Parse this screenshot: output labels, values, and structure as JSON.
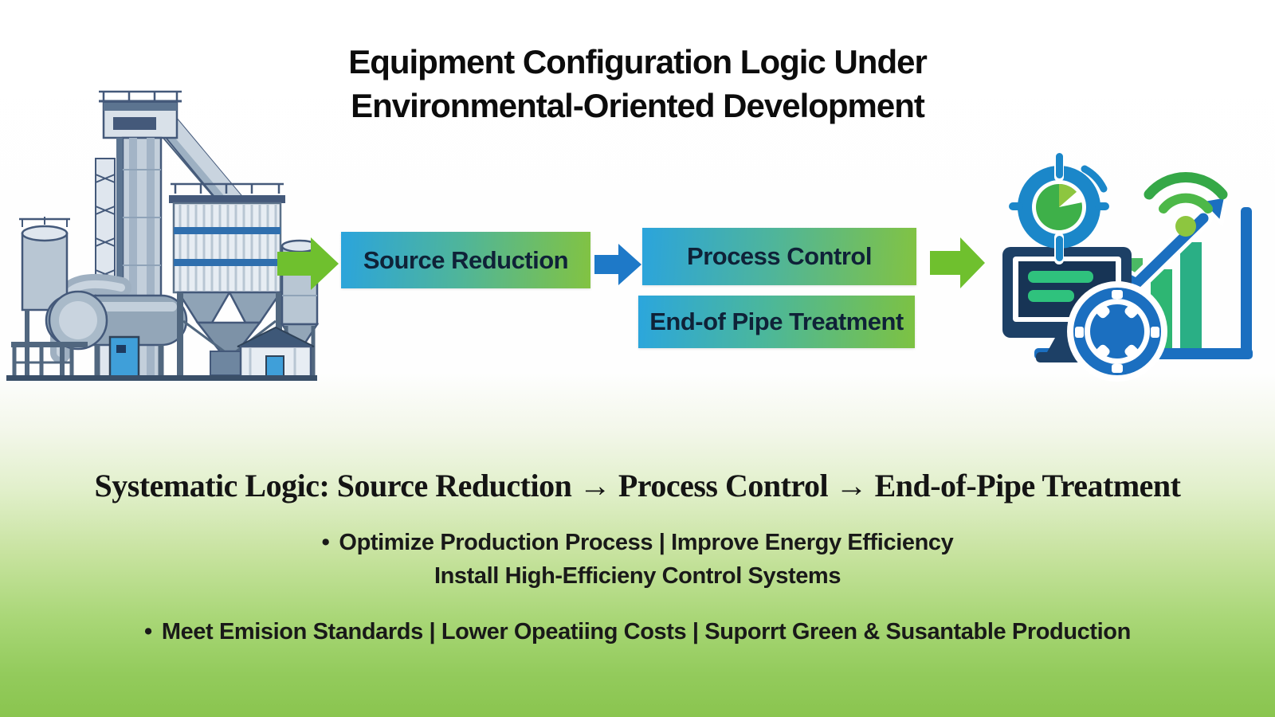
{
  "title": {
    "line1": "Equipment Configuration Logic Under",
    "line2": "Environmental-Oriented Development"
  },
  "flow": {
    "source_reduction_label": "Source Reduction",
    "process_control_label": "Process Control",
    "end_of_pipe_label": "End-of Pipe Treatment"
  },
  "summary": {
    "headline": "Systematic Logic: Source Reduction → Process Control → End-of-Pipe Treatment",
    "bullet_marker": "•",
    "bullet1_line1": "Optimize Production Process  | Improve Energy Efficiency",
    "bullet1_line2": "Install High-Efficieny Control Systems",
    "bullet2": "Meet Emision Standards | Lower Opeatiing Costs | Suporrt Green & Susantable Production"
  },
  "icons": {
    "left_illustration": "industrial-plant",
    "right_cluster": [
      "target-pie-chart",
      "wifi-signal",
      "monitor-dashboard",
      "gear-wheel",
      "growth-bar-chart"
    ]
  },
  "colors": {
    "arrow_green": "#6fc02e",
    "arrow_blue": "#1e79c8",
    "box_gradient_start": "#2ba4dc",
    "box_gradient_end": "#82c342",
    "background_bottom_green": "#8ac54f",
    "icon_blue": "#1b6fc0",
    "icon_green_light": "#8cc63f",
    "icon_green_dark": "#2eb673",
    "factory_navy": "#2f4258"
  }
}
